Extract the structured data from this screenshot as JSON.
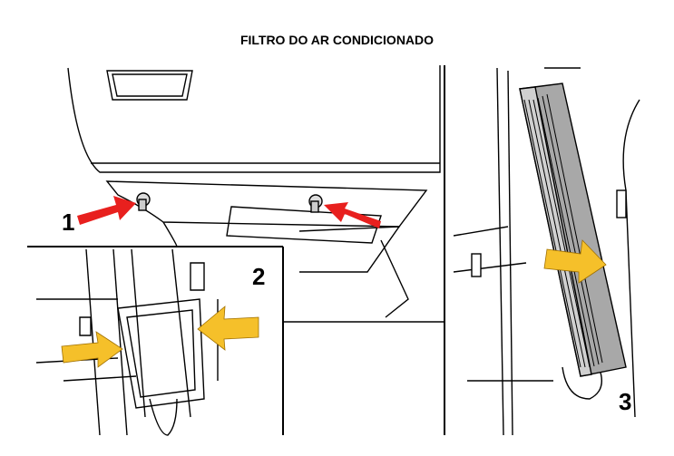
{
  "title": "FILTRO DO AR CONDICIONADO",
  "callouts": [
    "1",
    "2",
    "3"
  ],
  "colors": {
    "red_arrow": "#e8201e",
    "yellow_arrow": "#f5c02a",
    "filter": "#a8a8a8",
    "line": "#000000"
  },
  "icons": [
    "red-arrow-icon",
    "yellow-arrow-icon"
  ]
}
